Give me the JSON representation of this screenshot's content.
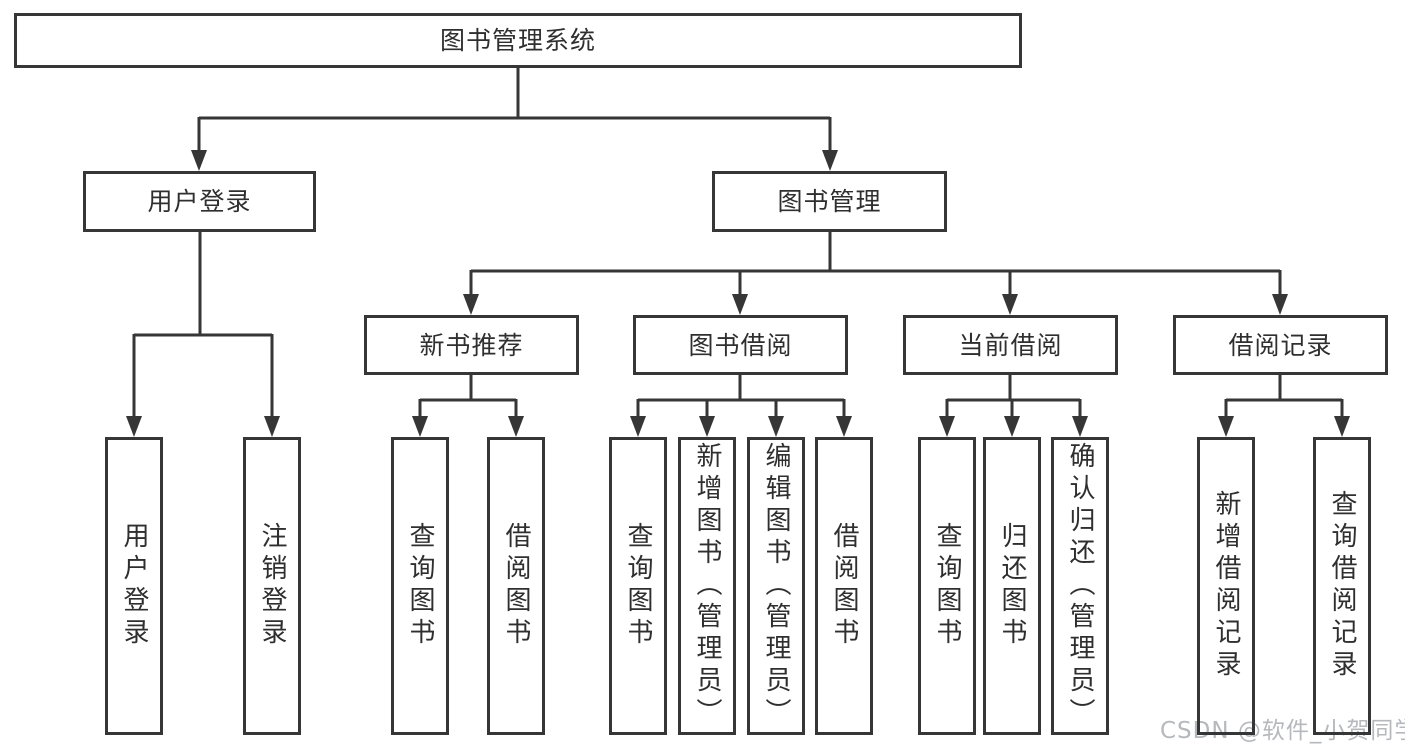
{
  "nodes": {
    "root": "图书管理系统",
    "l2": [
      "用户登录",
      "图书管理"
    ],
    "l3": [
      "新书推荐",
      "图书借阅",
      "当前借阅",
      "借阅记录"
    ],
    "l4": [
      "用户登录",
      "注销登录",
      "查询图书",
      "借阅图书",
      "查询图书",
      "新增图书（管理员）",
      "编辑图书（管理员）",
      "借阅图书",
      "查询图书",
      "归还图书",
      "确认归还（管理员）",
      "新增借阅记录",
      "查询借阅记录"
    ]
  },
  "hierarchy": {
    "图书管理系统": [
      "用户登录",
      "图书管理"
    ],
    "用户登录": [
      "用户登录",
      "注销登录"
    ],
    "图书管理": [
      "新书推荐",
      "图书借阅",
      "当前借阅",
      "借阅记录"
    ],
    "新书推荐": [
      "查询图书",
      "借阅图书"
    ],
    "图书借阅": [
      "查询图书",
      "新增图书（管理员）",
      "编辑图书（管理员）",
      "借阅图书"
    ],
    "当前借阅": [
      "查询图书",
      "归还图书",
      "确认归还（管理员）"
    ],
    "借阅记录": [
      "新增借阅记录",
      "查询借阅记录"
    ]
  },
  "watermark": {
    "text": "CSDN @软件_小贺同学",
    "color": "#a8adb2"
  },
  "colors": {
    "line": "#363636",
    "text": "#2f2f2f",
    "background": "#ffffff"
  }
}
